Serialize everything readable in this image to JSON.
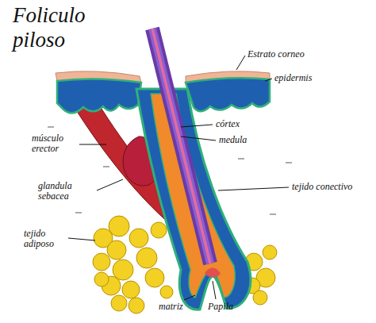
{
  "diagram": {
    "title": "Foliculo piloso",
    "labels": [
      "Estrato corneo",
      "epidermis",
      "córtex",
      "medula",
      "tejido conectivo",
      "músculo erector",
      "glandula sebacea",
      "tejido adiposo",
      "matriz",
      "Papila"
    ]
  }
}
